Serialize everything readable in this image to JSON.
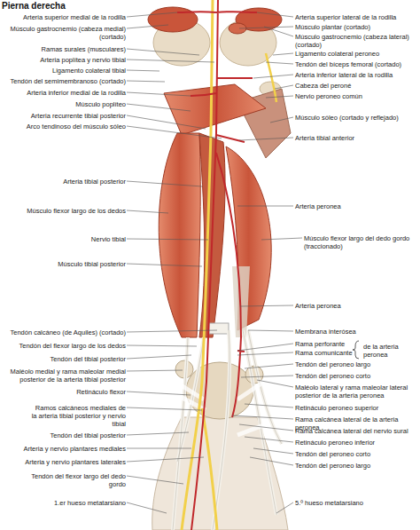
{
  "diagram": {
    "title": "Pierna derecha",
    "labels": [
      "Arteria superior medial de la rodilla",
      "Músculo gastrocnemio (cabeza medial) (cortado)",
      "Ramas surales (musculares)",
      "Arteria poplítea y nervio tibial",
      "Ligamento colateral tibial",
      "Tendón del semimembranoso (cortado)",
      "Arteria inferior medial de la rodilla",
      "Músculo poplíteo",
      "Arteria recurrente tibial posterior",
      "Arco tendinoso del músculo sóleo",
      "Arteria tibial posterior",
      "Músculo flexor largo de los dedos",
      "Nervio tibial",
      "Músculo tibial posterior",
      "Tendón calcáneo (de Aquiles) (cortado)",
      "Tendón del flexor largo de los dedos",
      "Tendón del tibial posterior",
      "Maléolo medial y rama maleolar medial posterior de la arteria tibial posterior",
      "Retináculo flexor",
      "Ramos calcáneos mediales de la arteria tibial posterior y nervio tibial",
      "Tendón del tibial posterior",
      "Arteria y nervio plantares mediales",
      "Arteria y nervio plantares laterales",
      "Tendón del flexor largo del dedo gordo",
      "1.er hueso metatarsiano",
      "Arteria superior lateral de la rodilla",
      "Músculo plantar (cortado)",
      "Músculo gastrocnemio (cabeza lateral) (cortado)",
      "Ligamento colateral peroneo",
      "Tendón del bíceps femoral (cortado)",
      "Arteria inferior lateral de la rodilla",
      "Cabeza del peroné",
      "Nervio peroneo común",
      "Músculo sóleo (cortado y reflejado)",
      "Arteria tibial anterior",
      "Arteria peronea",
      "Músculo flexor largo del dedo gordo (traccionado)",
      "Arteria peronea",
      "Membrana interósea",
      "Rama perforante",
      "Rama comunicante",
      "de la arteria peronea",
      "Tendón del peroneo largo",
      "Tendón del peroneo corto",
      "Maléolo lateral y rama maleolar lateral posterior de la arteria peronea",
      "Retináculo peroneo superior",
      "Rama calcánea lateral de la arteria peronea",
      "Rama calcánea lateral del nervio sural",
      "Retináculo peroneo inferior",
      "Tendón del peroneo corto",
      "Tendón del peroneo largo",
      "5.º hueso metatarsiano"
    ]
  }
}
